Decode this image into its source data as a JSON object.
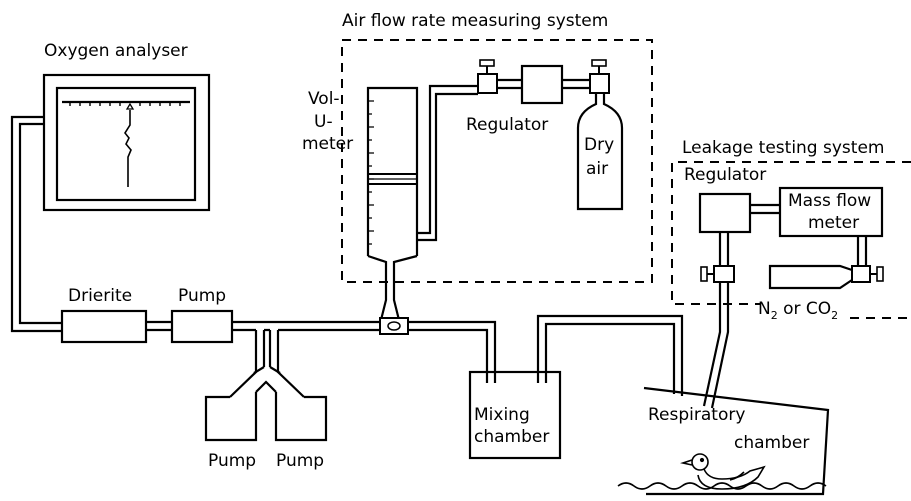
{
  "labels": {
    "oxygen_analyser": "Oxygen analyser",
    "air_flow_system": "Air flow rate measuring system",
    "volu_meter_1": "Vol-",
    "volu_meter_2": "U-",
    "volu_meter_3": "meter",
    "regulator_top": "Regulator",
    "dry_1": "Dry",
    "dry_2": "air",
    "leakage_system": "Leakage testing system",
    "regulator_leak": "Regulator",
    "mass_flow_1": "Mass flow",
    "mass_flow_2": "meter",
    "gas_n": "N",
    "gas_n_sub": "2",
    "gas_or": " or CO",
    "gas_co_sub": "2",
    "drierite": "Drierite",
    "pump_main": "Pump",
    "pump_left": "Pump",
    "pump_right": "Pump",
    "mixing_1": "Mixing",
    "mixing_2": "chamber",
    "resp_1": "Respiratory",
    "resp_2": "chamber"
  }
}
